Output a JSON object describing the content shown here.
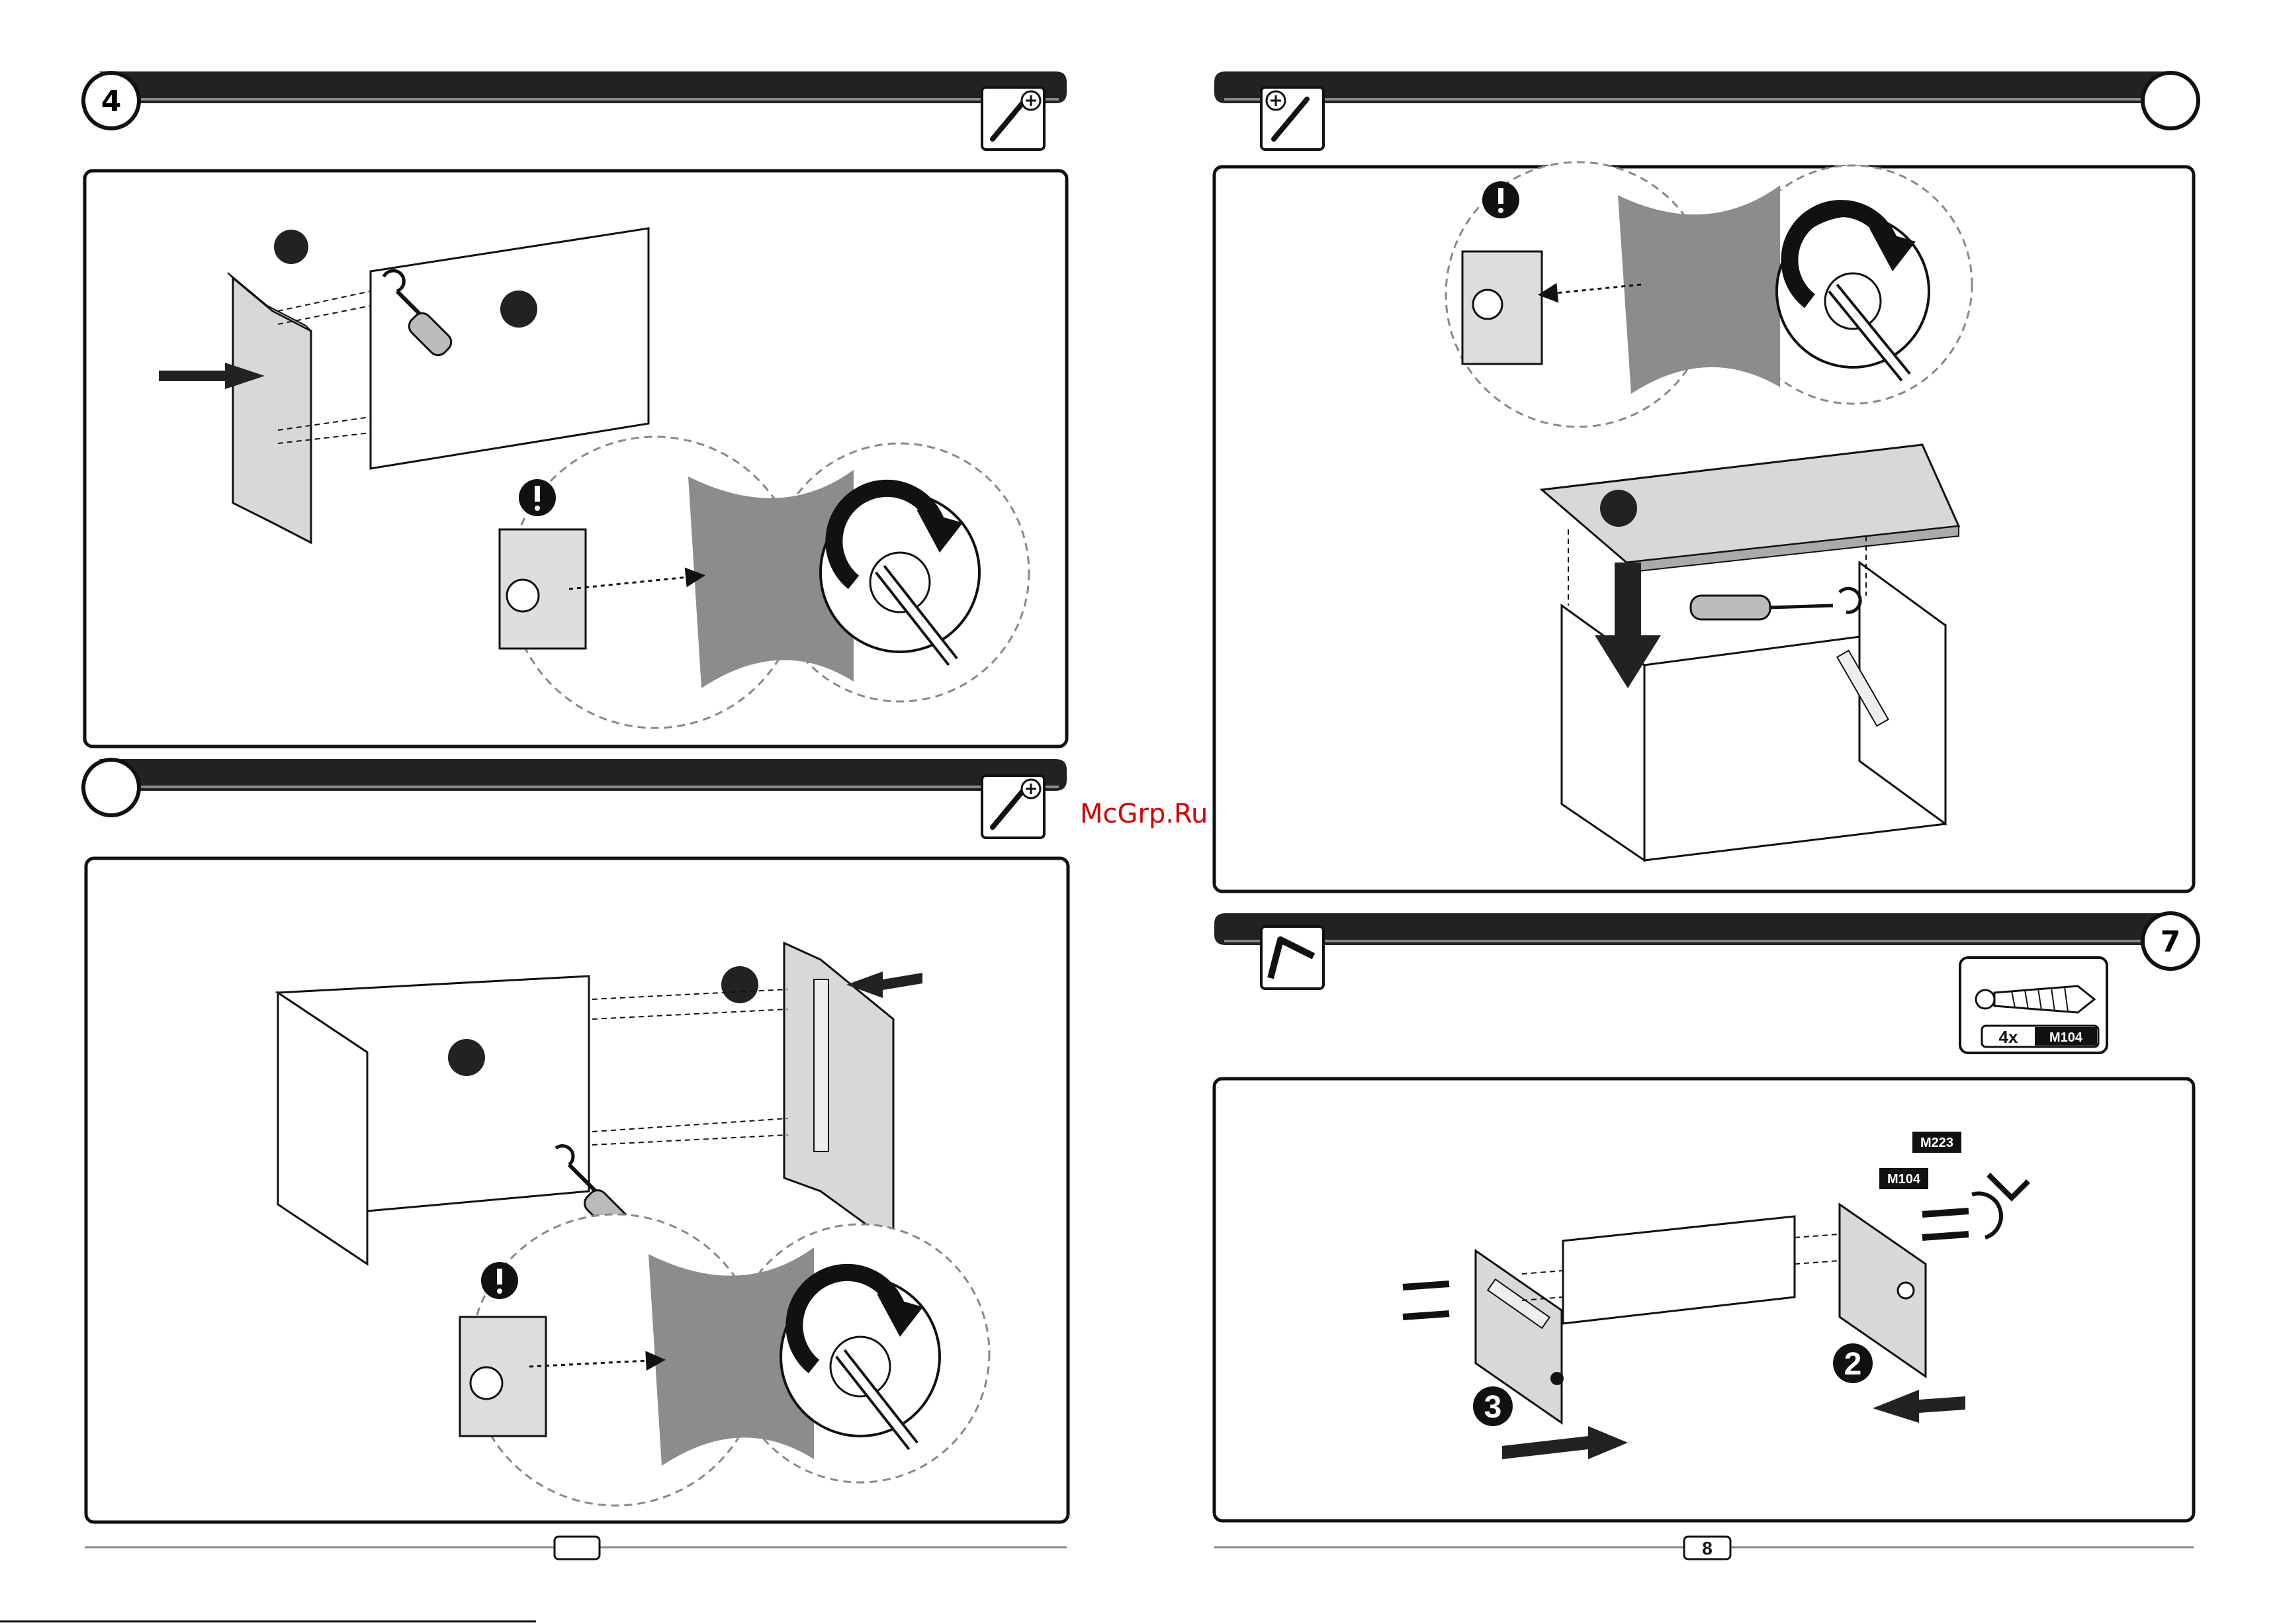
{
  "colors": {
    "ink": "#111111",
    "panel_fill": "#d8d8d8",
    "shadow_fill": "#8c8c8c",
    "watermark": "#d40000"
  },
  "icons": [
    "screwdriver-icon",
    "phillips-head-icon",
    "allen-key-icon",
    "cam-bolt-icon",
    "screw-icon",
    "attention-icon",
    "rotate-arrow-icon",
    "direction-arrow-icon"
  ],
  "left_page": {
    "step_top": {
      "number": "4"
    },
    "step_bottom": {
      "number": ""
    },
    "page_number": ""
  },
  "right_page": {
    "step_top": {
      "number": ""
    },
    "step_bottom": {
      "number": "7",
      "parts_box": {
        "count": "4x",
        "part_code": "M104"
      },
      "labels": {
        "part_a": "M223",
        "part_b": "M104",
        "callout_left": "3",
        "callout_right": "2"
      }
    },
    "page_number": "8"
  },
  "watermark": "McGrp.Ru"
}
